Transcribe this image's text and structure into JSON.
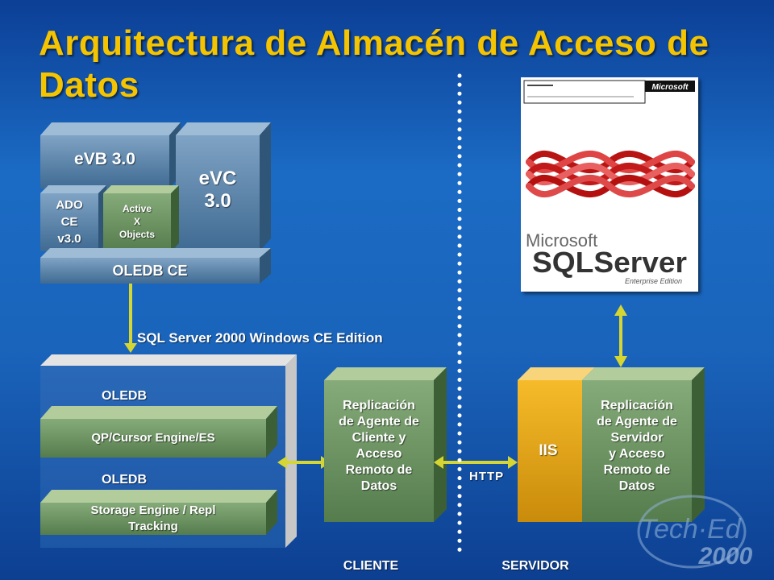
{
  "title": "Arquitectura de Almacén de Acceso de Datos",
  "client_stack": {
    "evb": "eVB 3.0",
    "evc": "eVC\n3.0",
    "ado": "ADO\nCE\nv3.0",
    "activex": "Active\nX\nObjects",
    "oledb_ce": "OLEDB CE"
  },
  "edition_label": "SQL Server 2000 Windows CE Edition",
  "engine": {
    "oledb_top": "OLEDB",
    "qp": "QP/Cursor Engine/ES",
    "oledb_bottom": "OLEDB",
    "storage": "Storage Engine / Repl\nTracking"
  },
  "client_agent": "Replicación\nde Agente de\nCliente  y\nAcceso\nRemoto de\nDatos",
  "http": "HTTP",
  "iis": "IIS",
  "server_agent": "Replicación\nde Agente de\nServidor\ny Acceso\nRemoto de\nDatos",
  "cliente": "CLIENTE",
  "servidor": "SERVIDOR",
  "product": {
    "brand": "Microsoft",
    "name": "SQLServer",
    "edition": "Enterprise Edition"
  },
  "logo": {
    "event": "Tech·Ed",
    "year": "2000"
  },
  "colors": {
    "title": "#f5c400",
    "connector": "#d6d633",
    "blue_block": "#5d86a9",
    "green_block": "#6f9565",
    "iis": "#e8a915"
  }
}
